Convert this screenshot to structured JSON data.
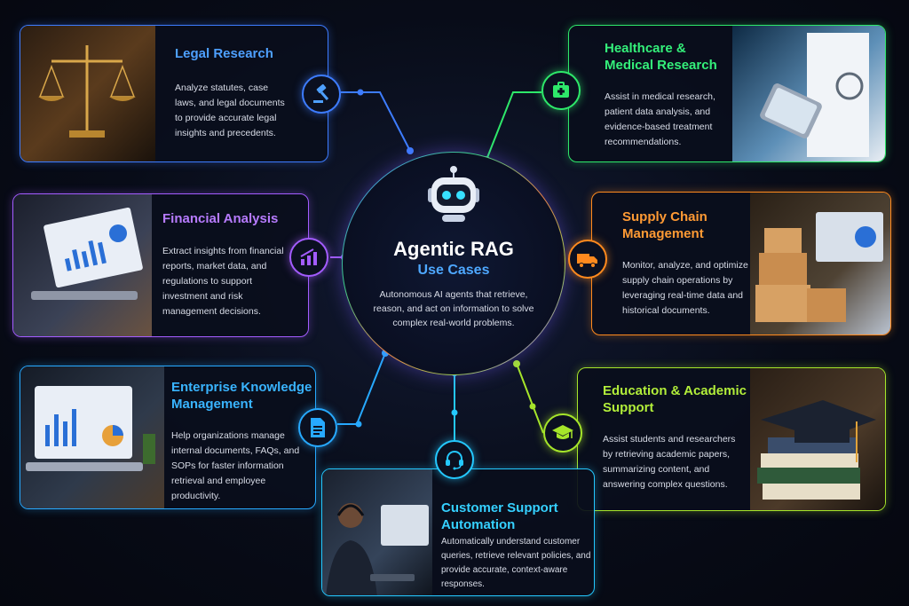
{
  "hub": {
    "title": "Agentic RAG",
    "subtitle": "Use Cases",
    "description": "Autonomous AI agents that retrieve, reason, and act on information to solve complex real-world problems."
  },
  "cards": {
    "legal": {
      "title": "Legal Research",
      "description": "Analyze statutes, case laws, and legal documents to provide accurate legal insights and precedents.",
      "accent": "#3d7cff",
      "icon": "gavel-icon"
    },
    "healthcare": {
      "title": "Healthcare & Medical Research",
      "description": "Assist in medical research, patient data analysis, and evidence-based treatment recommendations.",
      "accent": "#2ee86a",
      "icon": "medical-kit-icon"
    },
    "financial": {
      "title": "Financial Analysis",
      "description": "Extract insights from financial reports, market data, and regulations to support investment and risk management decisions.",
      "accent": "#a35cff",
      "icon": "bar-chart-icon"
    },
    "supply": {
      "title": "Supply Chain Management",
      "description": "Monitor, analyze, and optimize supply chain operations by leveraging real-time data and historical documents.",
      "accent": "#ff8a1e",
      "icon": "truck-icon"
    },
    "enterprise": {
      "title": "Enterprise Knowledge Management",
      "description": "Help organizations manage internal documents, FAQs, and SOPs for faster information retrieval and employee productivity.",
      "accent": "#27a9ff",
      "icon": "document-icon"
    },
    "education": {
      "title": "Education & Academic Support",
      "description": "Assist students and researchers by retrieving academic papers, summarizing content, and answering complex questions.",
      "accent": "#a6e52a",
      "icon": "graduation-cap-icon"
    },
    "support": {
      "title": "Customer Support Automation",
      "description": "Automatically understand customer queries, retrieve relevant policies, and provide accurate, context-aware responses.",
      "accent": "#24c8ff",
      "icon": "headset-icon"
    }
  }
}
